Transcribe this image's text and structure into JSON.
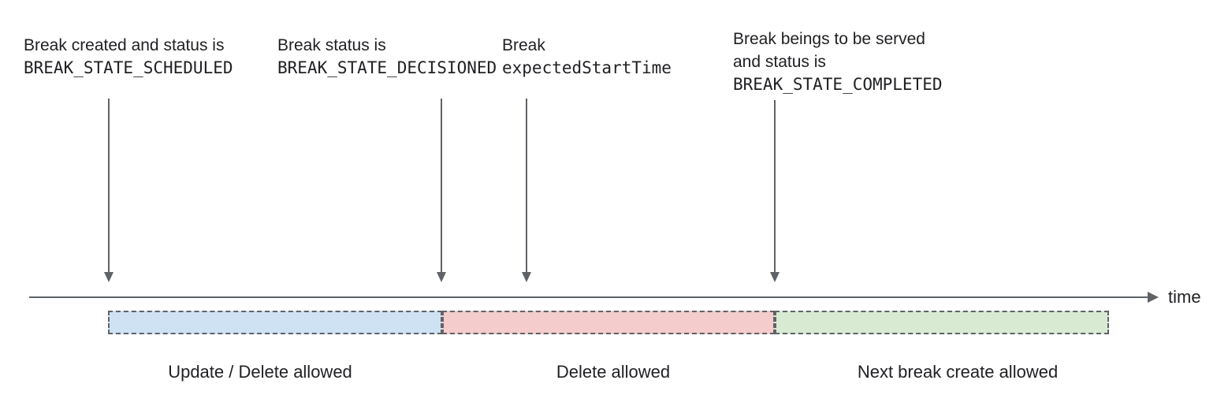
{
  "annotations": [
    {
      "line1": "Break created and status is",
      "line2": "BREAK_STATE_SCHEDULED"
    },
    {
      "line1": "Break status is",
      "line2": "BREAK_STATE_DECISIONED"
    },
    {
      "line1": "Break",
      "line2": "expectedStartTime"
    },
    {
      "line1": "Break beings to be served",
      "line2": "and status is",
      "line3": "BREAK_STATE_COMPLETED"
    }
  ],
  "timeline": {
    "axis_label": "time"
  },
  "segments": [
    {
      "label": "Update / Delete allowed",
      "color": "#cfe2f3"
    },
    {
      "label": "Delete allowed",
      "color": "#f4cccc"
    },
    {
      "label": "Next break create allowed",
      "color": "#d9ead3"
    }
  ],
  "colors": {
    "arrow": "#5f6368",
    "border": "#5f6368",
    "text": "#202124"
  }
}
